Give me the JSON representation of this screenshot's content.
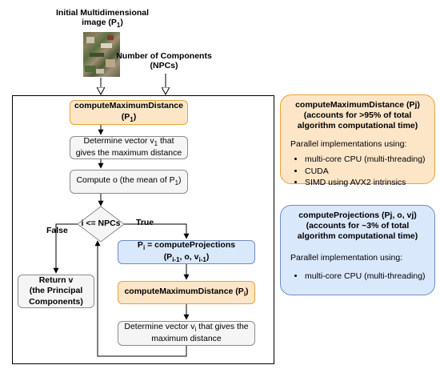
{
  "input": {
    "image_title_line1": "Initial Multidimensional",
    "image_title_line2": "image (P",
    "image_title_sub": "1",
    "image_title_end": ")",
    "npc_line1": "Number of Components",
    "npc_line2": "(NPCs)"
  },
  "flow": {
    "cmd1_line1": "computeMaximumDistance",
    "cmd1_line2": "(P",
    "cmd1_sub": "1",
    "cmd1_end": ")",
    "v1_a": "Determine vector v",
    "v1_sub": "1",
    "v1_b": " that",
    "v1_line2": "gives the maximum distance",
    "mean_a": "Compute o (the mean of P",
    "mean_sub": "1",
    "mean_end": ")",
    "decision": "i <= NPCs",
    "false_label": "False",
    "true_label": "True",
    "return_line1": "Return v",
    "return_line2": "(the Principal",
    "return_line3": "Components)",
    "proj_a": "P",
    "proj_sub": "i",
    "proj_b": " = computeProjections",
    "proj_c": "(P",
    "proj_sub2": "i-1",
    "proj_d": ", o, v",
    "proj_sub3": "i-1",
    "proj_e": ")",
    "cmdi_a": "computeMaximumDistance (P",
    "cmdi_sub": "i",
    "cmdi_end": ")",
    "vi_a": "Determine vector v",
    "vi_sub": "i",
    "vi_b": " that gives the",
    "vi_line2": "maximum distance"
  },
  "panel_orange": {
    "title_line1": "computeMaximumDistance (Pj)",
    "title_line2": "(accounts for >95% of total",
    "title_line3": "algorithm computational time)",
    "intro": "Parallel implementations using:",
    "items": [
      "multi-core CPU (multi-threading)",
      "CUDA",
      "SIMD using AVX2 intrinsics"
    ]
  },
  "panel_blue": {
    "title_line1": "computeProjections (Pj, o, vj)",
    "title_line2": "(accounts for ~3% of total",
    "title_line3": "algorithm computational time)",
    "intro": "Parallel implementation using:",
    "items": [
      "multi-core CPU (multi-threading)"
    ]
  },
  "colors": {
    "orange_fill": "#fde6c8",
    "orange_border": "#e6a33a",
    "blue_fill": "#dae8fc",
    "blue_border": "#6c8ebf",
    "gray_fill": "#f5f5f5"
  }
}
